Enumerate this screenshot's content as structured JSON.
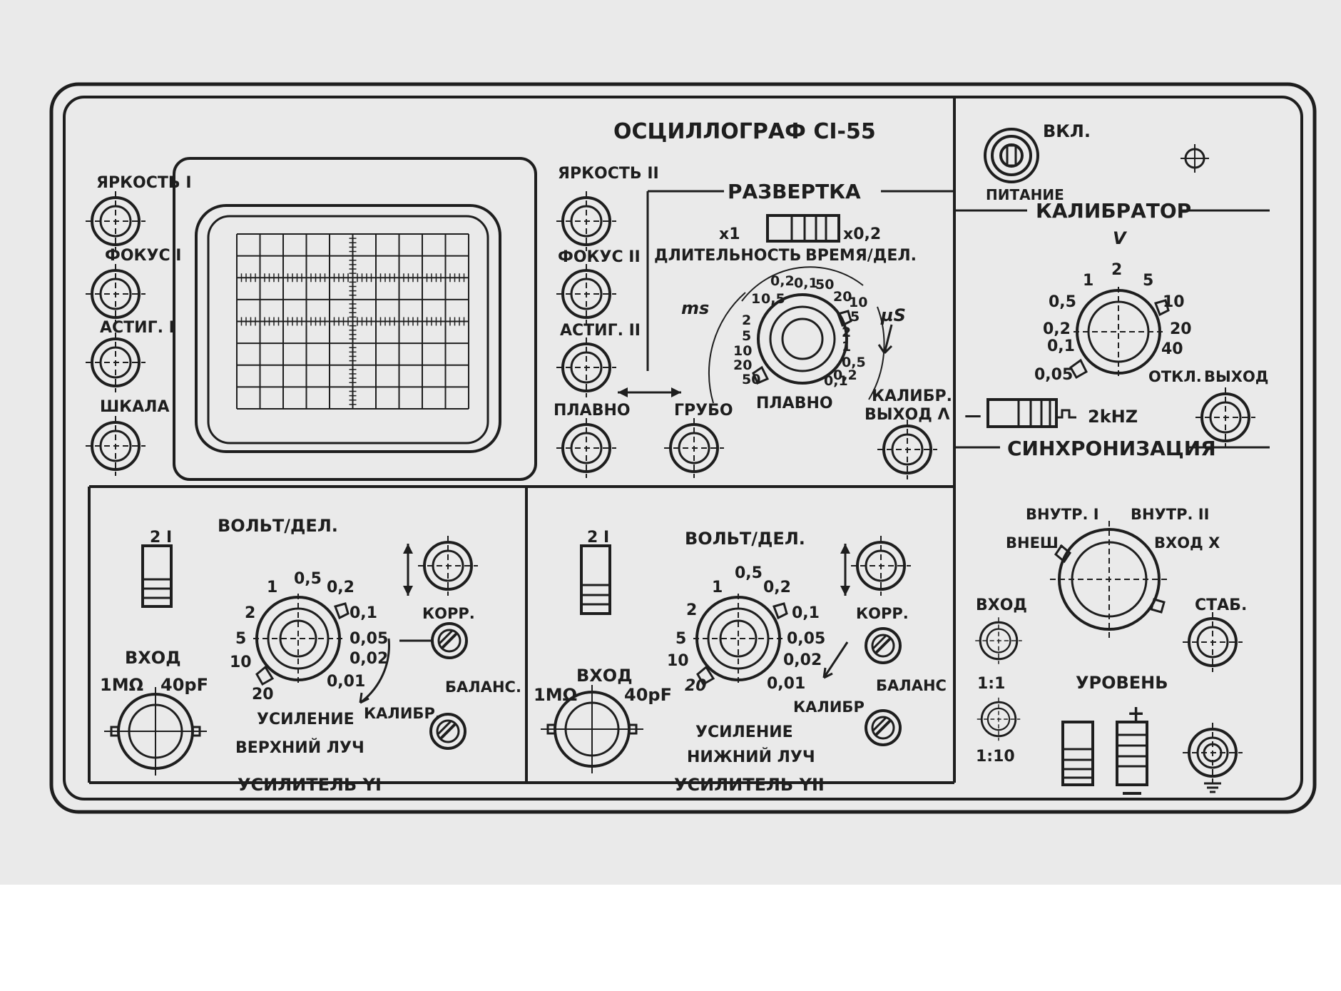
{
  "colors": {
    "paper": "#eaeaea",
    "ink": "#1e1e1e",
    "bottom_margin": "#ffffff"
  },
  "panel": {
    "title": "ОСЦИЛЛОГРАФ СI-55",
    "left_controls": [
      "ЯРКОСТЬ I",
      "ФОКУС I",
      "АСТИГ. I",
      "ШКАЛА"
    ],
    "mid_controls": [
      "ЯРКОСТЬ II",
      "ФОКУС II",
      "АСТИГ. II"
    ]
  },
  "sweep": {
    "title": "РАЗВЕРТКА",
    "x1": "х1",
    "x02": "х0,2",
    "duration": "ДЛИТЕЛЬНОСТЬ",
    "time_div": "ВРЕМЯ/ДЕЛ.",
    "ms": "ms",
    "us": "µS",
    "ms_scale": [
      "0,2",
      "0,1",
      "0,5",
      "1",
      "2",
      "5",
      "10",
      "20",
      "50"
    ],
    "us_scale": [
      "50",
      "20",
      "10",
      "5",
      "2",
      "1",
      "0,5",
      "0,2",
      "0,1"
    ],
    "fine": "ПЛАВНО",
    "fine2": "ПЛАВНО",
    "coarse": "ГРУБО",
    "calib_out": "КАЛИБР.",
    "calib_out2": "ВЫХОД Λ"
  },
  "power": {
    "on": "ВКЛ.",
    "label": "ПИТАНИЕ"
  },
  "calibrator": {
    "title": "КАЛИБРАТОР",
    "unit": "V",
    "scale": [
      "1",
      "2",
      "5",
      "0,5",
      "10",
      "0,2",
      "20",
      "0,1",
      "40",
      "0,05"
    ],
    "off": "ОТКЛ.",
    "output": "ВЫХОД",
    "freq": "2kHZ",
    "minus": "—"
  },
  "sync": {
    "title": "СИНХРОНИЗАЦИЯ",
    "int1": "ВНУТР. I",
    "int2": "ВНУТР. II",
    "ext": "ВНЕШ.",
    "input_x": "ВХОД Х",
    "input": "ВХОД",
    "ratio1": "1:1",
    "ratio10": "1:10",
    "stab": "СТАБ.",
    "level": "УРОВЕНЬ",
    "plus": "+"
  },
  "amp1": {
    "volts_div": "ВОЛЬТ/ДЕЛ.",
    "scale": [
      "0,5",
      "1",
      "0,2",
      "2",
      "0,1",
      "5",
      "0,05",
      "10",
      "0,02",
      "20",
      "0,01"
    ],
    "input": "ВХОД",
    "imp": "1MΩ",
    "cap": "40pF",
    "gain": "УСИЛЕНИЕ",
    "beam": "ВЕРХНИЙ ЛУЧ",
    "corr": "КОРР.",
    "bal": "БАЛАНС.",
    "calib": "КАЛИБР.",
    "title": "УСИЛИТЕЛЬ YI",
    "switch": "2 I"
  },
  "amp2": {
    "volts_div": "ВОЛЬТ/ДЕЛ.",
    "scale": [
      "0,5",
      "1",
      "0,2",
      "2",
      "0,1",
      "5",
      "0,05",
      "10",
      "0,02",
      "20",
      "0,01"
    ],
    "input": "ВХОД",
    "imp": "1MΩ",
    "cap": "40pF",
    "gain": "УСИЛЕНИЕ",
    "beam": "НИЖНИЙ ЛУЧ",
    "corr": "КОРР.",
    "bal": "БАЛАНС",
    "calib": "КАЛИБР",
    "title": "УСИЛИТЕЛЬ YII",
    "switch": "2 I"
  }
}
